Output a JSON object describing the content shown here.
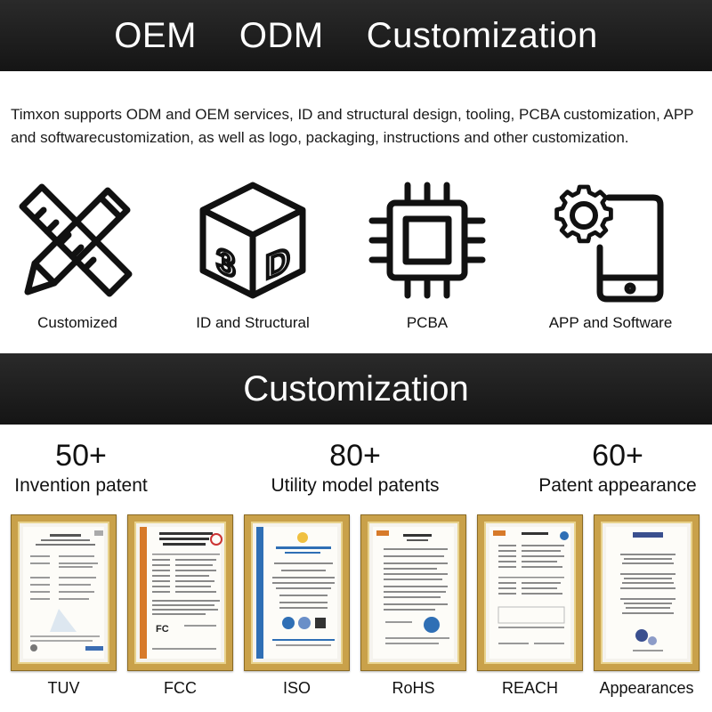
{
  "header": {
    "words": [
      "OEM",
      "ODM",
      "Customization"
    ]
  },
  "intro": "Timxon supports ODM and OEM services, ID and structural design, tooling, PCBA customization, APP and softwarecustomization, as well as logo, packaging, instructions and other customization.",
  "services": [
    {
      "label": "Customized",
      "icon": "pencil-ruler-icon"
    },
    {
      "label": "ID and Structural",
      "icon": "3d-cube-icon"
    },
    {
      "label": "PCBA",
      "icon": "chip-icon"
    },
    {
      "label": "APP and Software",
      "icon": "phone-gear-icon"
    }
  ],
  "section2": {
    "title": "Customization"
  },
  "stats": [
    {
      "number": "50+",
      "label": "Invention patent"
    },
    {
      "number": "80+",
      "label": "Utility model patents"
    },
    {
      "number": "60+",
      "label": "Patent appearance"
    }
  ],
  "certificates": [
    {
      "label": "TUV"
    },
    {
      "label": "FCC"
    },
    {
      "label": "ISO"
    },
    {
      "label": "RoHS"
    },
    {
      "label": "REACH"
    },
    {
      "label": "Appearances"
    }
  ],
  "colors": {
    "banner": "#1b1b1b",
    "frame_gold": "#c9a14a",
    "iso_blue": "#2f6fb5",
    "fcc_orange": "#d77a2a"
  }
}
